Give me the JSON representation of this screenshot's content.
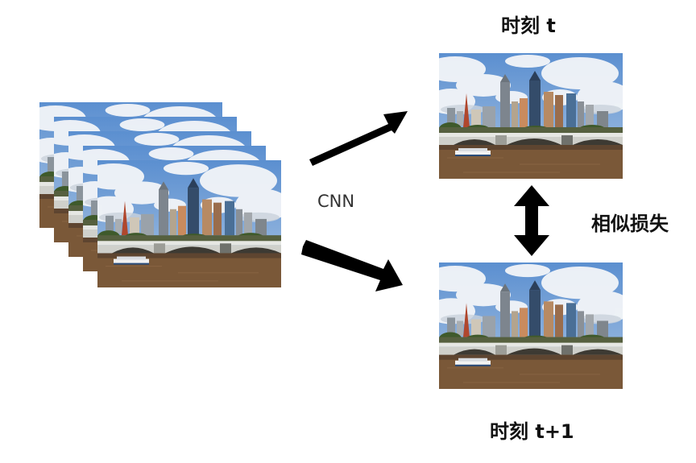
{
  "labels": {
    "time_t": "时刻 t",
    "time_t1": "时刻 t+1",
    "cnn": "CNN",
    "similarity_loss": "相似损失"
  },
  "icons": {
    "arrow_up_right": "arrow-up-right-icon",
    "arrow_down_right": "arrow-down-right-icon",
    "double_arrow": "double-arrow-vertical-icon"
  },
  "colors": {
    "sky": "#7aa6d8",
    "cloud": "#eef2f6",
    "water": "#7a5838",
    "bridge": "#d8dad6",
    "arrow": "#000000"
  }
}
